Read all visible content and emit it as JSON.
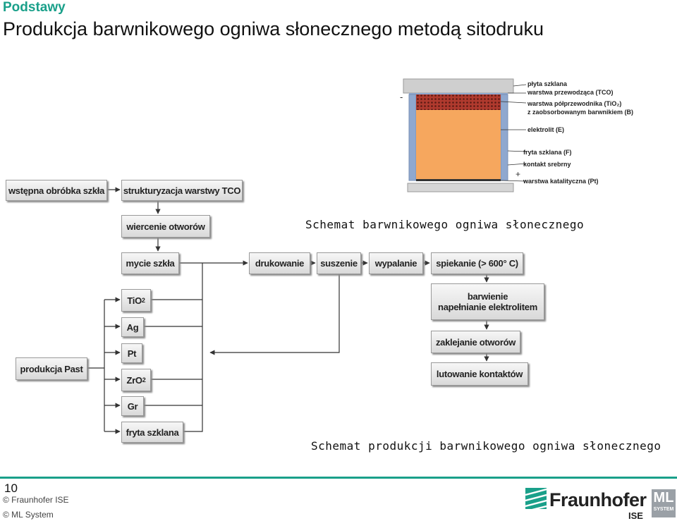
{
  "header": {
    "section": "Podstawy",
    "title": "Produkcja barwnikowego ogniwa  słonecznego metodą sitodruku"
  },
  "cell_diagram": {
    "labels": {
      "glass": "płyta szklana",
      "tco": "warstwa przewodząca (TCO)",
      "semiconductor": "warstwa półprzewodnika (TiO₂)",
      "dye": "z zaobsorbowanym barwnikiem (B)",
      "electrolyte": "elektrolit (E)",
      "frit": "fryta szklana (F)",
      "silver": "kontakt srebrny",
      "catalyst": "warstwa katalityczna (Pt)"
    },
    "minus": "-",
    "plus": "+",
    "caption": "Schemat barwnikowego ogniwa słonecznego"
  },
  "process": {
    "steps": {
      "preprocess": "wstępna obróbka szkła",
      "structuring": "strukturyzacja warstwy TCO",
      "drilling": "wiercenie otworów",
      "washing": "mycie szkła",
      "printing": "drukowanie",
      "drying": "suszenie",
      "firing": "wypalanie",
      "sintering": "spiekanie (> 600° C)",
      "dyeing_line1": "barwienie",
      "dyeing_line2": "napełnianie elektrolitem",
      "sealing": "zaklejanie otworów",
      "soldering": "lutowanie kontaktów",
      "pastes": "produkcja Past"
    },
    "pastes": {
      "tio2": "TiO",
      "tio2_sub": "2",
      "ag": "Ag",
      "pt": "Pt",
      "zro2": "ZrO",
      "zro2_sub": "2",
      "gr": "Gr",
      "frit": "fryta szklana"
    },
    "caption": "Schemat produkcji barwnikowego ogniwa słonecznego"
  },
  "footer": {
    "page_number": "10",
    "copyright1": "© Fraunhofer ISE",
    "copyright2": "© ML System",
    "brand": "Fraunhofer",
    "brand_sub": "ISE",
    "ml_logo_top": "ML",
    "ml_logo_bottom": "SYSTEM"
  },
  "colors": {
    "accent": "#1aa08a",
    "electrolyte": "#f6a75e",
    "dye_layer": "#c0392b",
    "glass": "#d0d0d0",
    "tco": "#8fa8cf"
  }
}
